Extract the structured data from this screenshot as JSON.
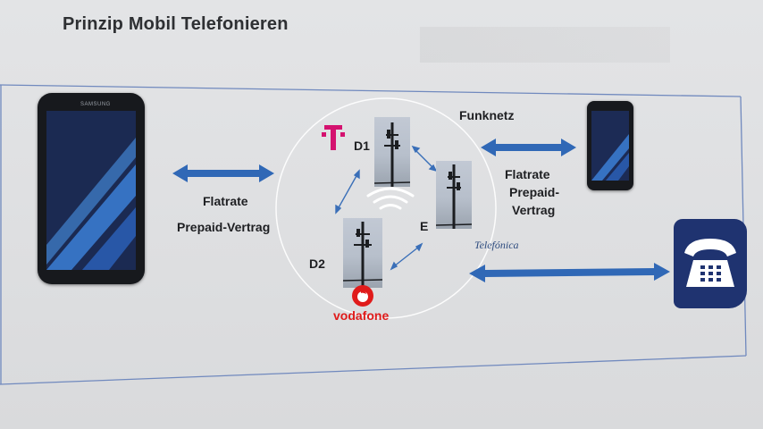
{
  "title": "Prinzip Mobil Telefonieren",
  "phone_left": {
    "brand": "SAMSUNG",
    "link_label_line1": "Flatrate",
    "link_label_line2": "Prepaid-Vertrag"
  },
  "network": {
    "name": "Funknetz",
    "towers": [
      {
        "label": "D1",
        "operator": "T"
      },
      {
        "label": "E",
        "operator": "Telefónica"
      },
      {
        "label": "D2",
        "operator": "vodafone"
      }
    ],
    "telekom_logo_text": "T",
    "telefonica_logo_text": "Telefónica",
    "vodafone_logo_text": "vodafone"
  },
  "phone_right": {
    "link_label_line1": "Flatrate",
    "link_label_line2": "Prepaid-",
    "link_label_line3": "Vertrag"
  },
  "colors": {
    "arrow": "#2f66b3",
    "telekom": "#d4126f",
    "vodafone": "#d71e1e",
    "telephone_bg": "#1f3370",
    "frame": "#6d87bd"
  },
  "icons": {
    "radio_waves": "wifi-waves-icon",
    "landline": "telephone-icon"
  }
}
